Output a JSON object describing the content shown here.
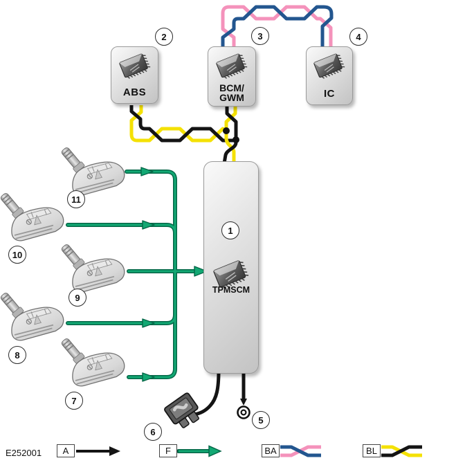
{
  "figure_id": "E252001",
  "modules": {
    "tpmscm": {
      "label": "TPMSCM",
      "callout": "1"
    },
    "abs": {
      "label": "ABS",
      "callout": "2"
    },
    "bcm_gwm": {
      "label_line1": "BCM/",
      "label_line2": "GWM",
      "callout": "3"
    },
    "ic": {
      "label": "IC",
      "callout": "4"
    }
  },
  "callouts": {
    "c1": "1",
    "c2": "2",
    "c3": "3",
    "c4": "4",
    "c5": "5",
    "c6": "6",
    "c7": "7",
    "c8": "8",
    "c9": "9",
    "c10": "10",
    "c11": "11"
  },
  "components": {
    "c1_desc": "tpmscm-module",
    "c2_desc": "abs-module",
    "c3_desc": "bcm-gwm-module",
    "c4_desc": "ic-module",
    "c5_desc": "ground-eyelet",
    "c6_desc": "fuse",
    "c7_desc": "tpms-sensor",
    "c8_desc": "tpms-sensor",
    "c9_desc": "tpms-sensor",
    "c10_desc": "tpms-sensor",
    "c11_desc": "tpms-sensor"
  },
  "legend": {
    "items": [
      {
        "key": "A",
        "icon": "black-arrow"
      },
      {
        "key": "F",
        "icon": "green-arrow"
      },
      {
        "key": "BA",
        "icon": "twisted-pair-pink-blue"
      },
      {
        "key": "BL",
        "icon": "twisted-pair-black-yellow"
      }
    ]
  },
  "colors": {
    "green": "#12A873",
    "green_dark": "#056647",
    "yellow": "#F4E106",
    "black_wire": "#141414",
    "pink": "#F492BB",
    "blue": "#23568F",
    "module_fill": "#DCDCDC"
  }
}
